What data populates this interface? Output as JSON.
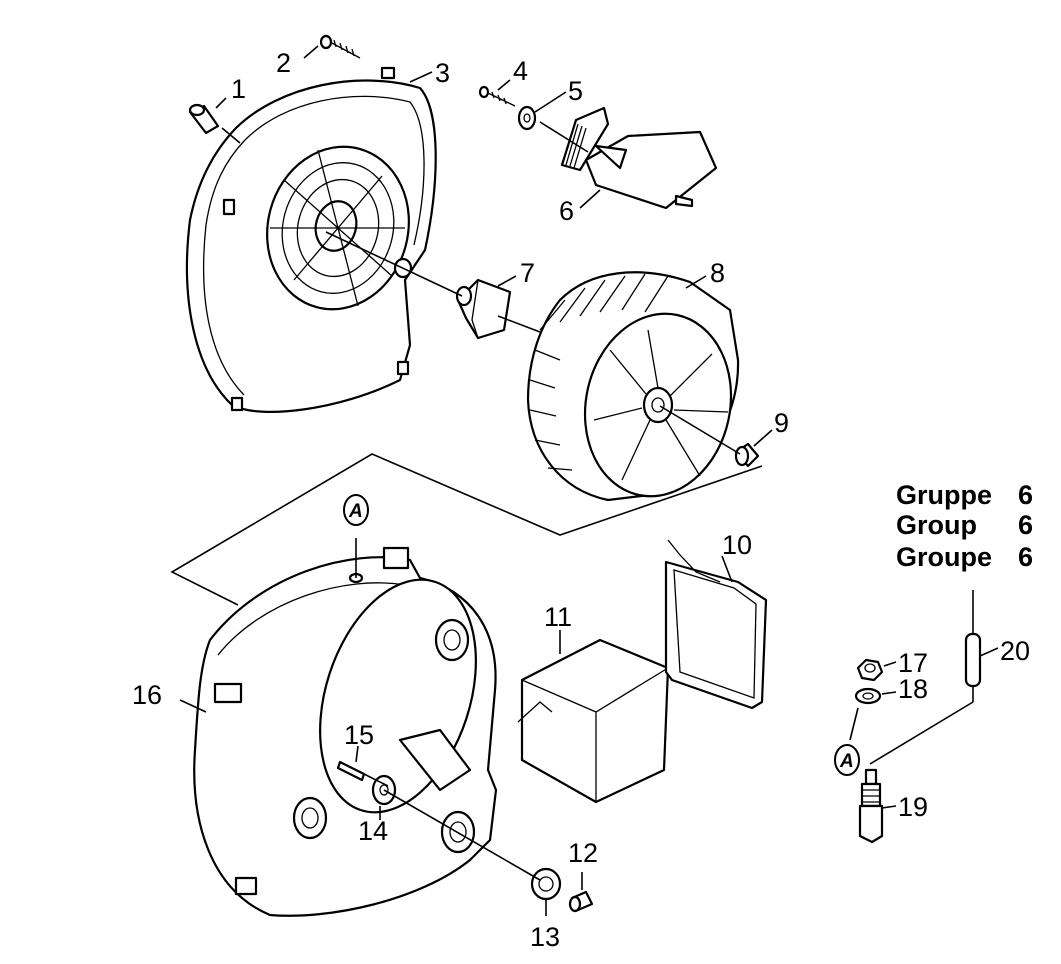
{
  "group_labels": [
    {
      "label": "Gruppe",
      "number": "6"
    },
    {
      "label": "Group",
      "number": "6"
    },
    {
      "label": "Groupe",
      "number": "6"
    }
  ],
  "reference_marker": "A",
  "callouts": {
    "c1": "1",
    "c2": "2",
    "c3": "3",
    "c4": "4",
    "c5": "5",
    "c6": "6",
    "c7": "7",
    "c8": "8",
    "c9": "9",
    "c10": "10",
    "c11": "11",
    "c12": "12",
    "c13": "13",
    "c14": "14",
    "c15": "15",
    "c16": "16",
    "c17": "17",
    "c18": "18",
    "c19": "19",
    "c20": "20"
  }
}
